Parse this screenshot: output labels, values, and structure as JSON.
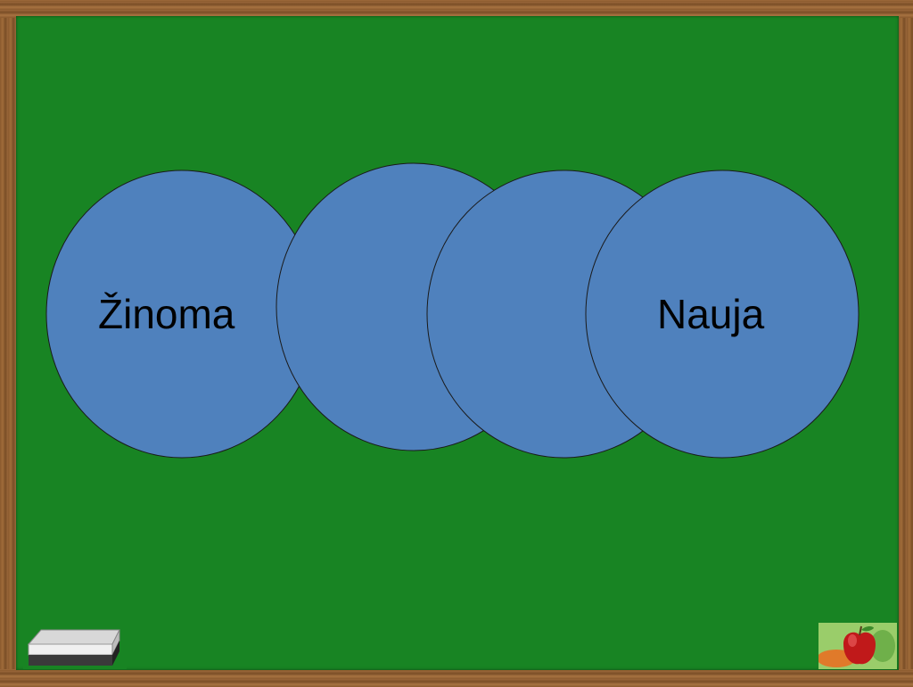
{
  "slide": {
    "circles": [
      {
        "name": "circle-known",
        "label": "Žinoma"
      },
      {
        "name": "circle-blank-1",
        "label": ""
      },
      {
        "name": "circle-blank-2",
        "label": ""
      },
      {
        "name": "circle-new",
        "label": "Nauja"
      }
    ]
  },
  "colors": {
    "board": "#188423",
    "circle_fill": "#4f81bd",
    "circle_stroke": "#1a1a1a",
    "frame": "#8a5a2e"
  },
  "icons": {
    "eraser": "chalkboard-eraser-icon",
    "apple": "apple-icon"
  }
}
